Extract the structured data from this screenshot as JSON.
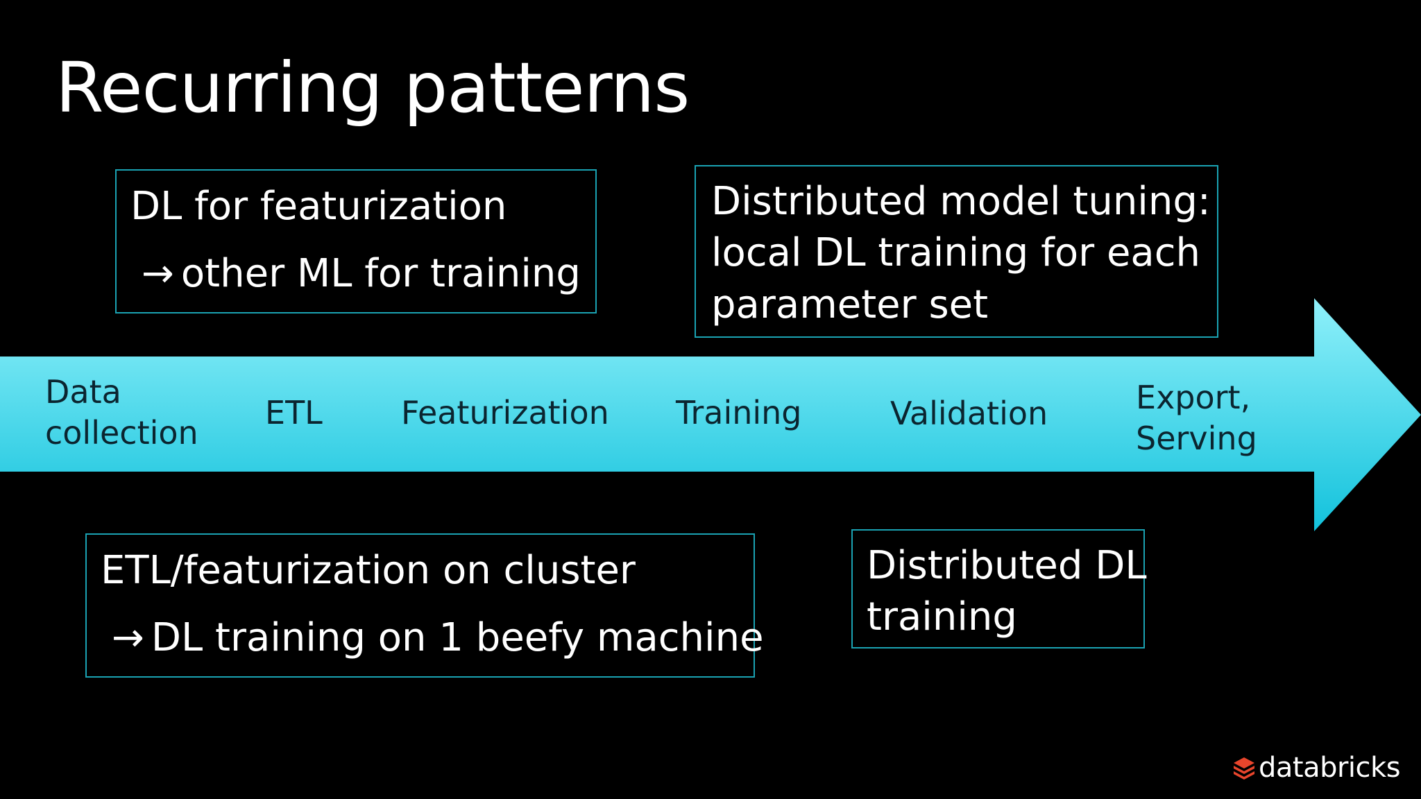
{
  "title": "Recurring patterns",
  "pipeline": {
    "stages": [
      {
        "lines": [
          "Data",
          "collection"
        ]
      },
      {
        "lines": [
          "ETL"
        ]
      },
      {
        "lines": [
          "Featurization"
        ]
      },
      {
        "lines": [
          "Training"
        ]
      },
      {
        "lines": [
          "Validation"
        ]
      },
      {
        "lines": [
          "Export,",
          "Serving"
        ]
      }
    ]
  },
  "boxes": {
    "featurization": {
      "line1": "DL for featurization",
      "arrow": "→",
      "line2": "other ML for training"
    },
    "tuning": {
      "lines": [
        "Distributed model tuning:",
        "local DL training for each",
        "parameter set"
      ]
    },
    "cluster": {
      "line1": "ETL/featurization on cluster",
      "arrow": "→",
      "line2": "DL training on 1 beefy machine"
    },
    "distributed": {
      "lines": [
        "Distributed DL",
        "training"
      ]
    }
  },
  "brand": {
    "name": "databricks",
    "logo_icon": "databricks-logo-icon"
  },
  "colors": {
    "background": "#000000",
    "box_border": "#1aa3b3",
    "arrow_light": "#8ff0fa",
    "arrow_dark": "#12c2dc",
    "stage_text": "#0b2530",
    "logo_red": "#e8452c"
  }
}
